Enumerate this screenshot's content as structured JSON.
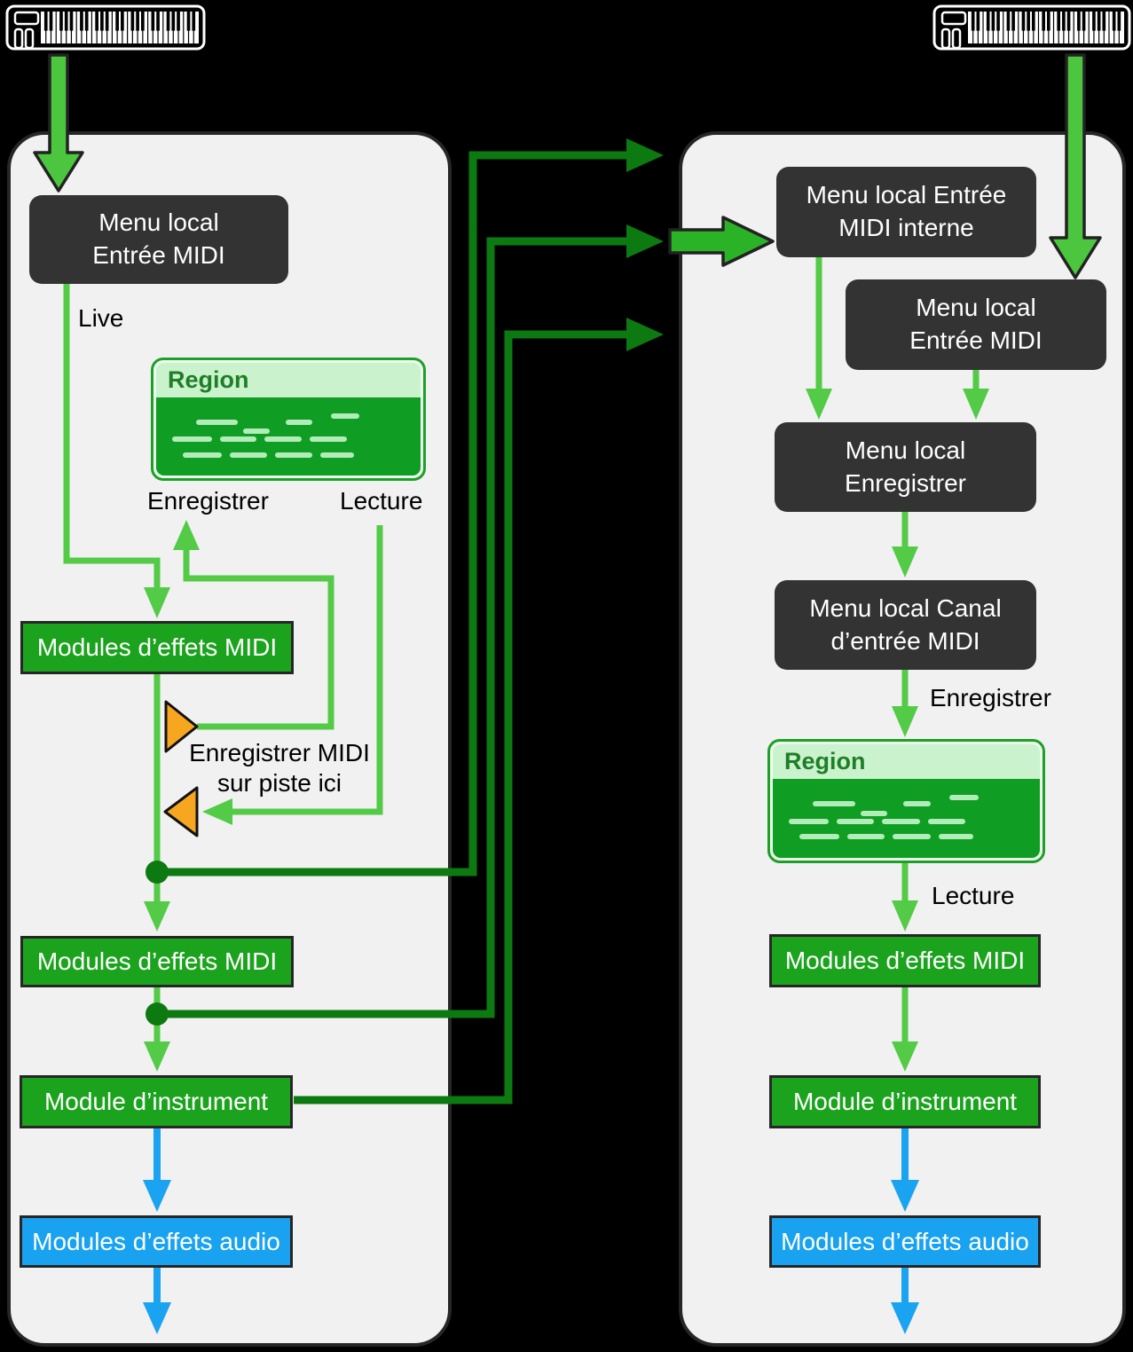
{
  "colors": {
    "background": "#000000",
    "panel_bg": "#f1f1f1",
    "panel_border": "#262626",
    "dark_box": "#333333",
    "green_box": "#1ca31e",
    "blue_box": "#18a2f0",
    "region_border": "#1f9e28",
    "region_header_bg": "#c9f2cd",
    "region_header_text": "#1e7f26",
    "region_body": "#0f9d23",
    "region_note": "#b2edb9",
    "light_green_line": "#53cb47",
    "dark_green_line": "#0c7a10",
    "bright_arrow": "#2ab327",
    "keyboard_arrow": "#4cc63f",
    "blue_line": "#1aa3f0",
    "orange_marker": "#f6a71f"
  },
  "icons": {
    "left_keyboard": "midi-keyboard-icon",
    "right_keyboard": "midi-keyboard-icon"
  },
  "left_panel": {
    "menu_entree_midi": "Menu local\nEntrée MIDI",
    "live_label": "Live",
    "region_title": "Region",
    "enregistrer_label": "Enregistrer",
    "lecture_label": "Lecture",
    "modules_effets_midi_1": "Modules d’effets MIDI",
    "record_here_label": "Enregistrer MIDI\nsur piste ici",
    "modules_effets_midi_2": "Modules d’effets MIDI",
    "module_instrument": "Module d’instrument",
    "modules_effets_audio": "Modules d’effets audio"
  },
  "right_panel": {
    "menu_entree_midi_interne": "Menu local Entrée\nMIDI interne",
    "menu_entree_midi": "Menu local\nEntrée MIDI",
    "menu_enregistrer": "Menu local\nEnregistrer",
    "menu_canal_entree_midi": "Menu local Canal\nd’entrée MIDI",
    "enregistrer_label": "Enregistrer",
    "region_title": "Region",
    "lecture_label": "Lecture",
    "modules_effets_midi": "Modules d’effets MIDI",
    "module_instrument": "Module d’instrument",
    "modules_effets_audio": "Modules d’effets audio"
  },
  "region_notes": [
    [
      15,
      28,
      16
    ],
    [
      49,
      28,
      10
    ],
    [
      66,
      20,
      11
    ],
    [
      33,
      40,
      10
    ],
    [
      6,
      50,
      15
    ],
    [
      24,
      50,
      14
    ],
    [
      41,
      50,
      14
    ],
    [
      58,
      50,
      14
    ],
    [
      10,
      70,
      15
    ],
    [
      28,
      70,
      14
    ],
    [
      45,
      70,
      14
    ],
    [
      62,
      70,
      13
    ]
  ]
}
